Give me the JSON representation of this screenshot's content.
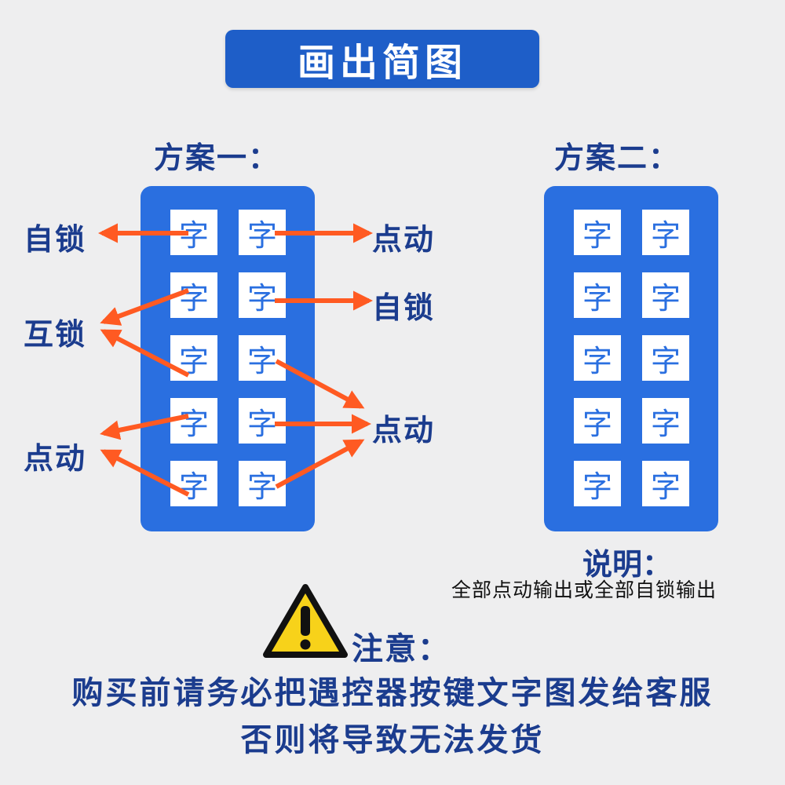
{
  "title": "画出简图",
  "scheme1": {
    "title": "方案一：",
    "key_label": "字",
    "left_labels": [
      "自锁",
      "互锁",
      "点动"
    ],
    "right_labels": [
      "点动",
      "自锁",
      "点动"
    ]
  },
  "scheme2": {
    "title": "方案二：",
    "key_label": "字"
  },
  "note": {
    "title": "说明：",
    "text": "全部点动输出或全部自锁输出"
  },
  "warning": {
    "icon": "warning-icon",
    "title": "注意：",
    "line1": "购买前请务必把遇控器按键文字图发给客服",
    "line2": "否则将导致无法发货"
  },
  "colors": {
    "panel": "#2a6fe0",
    "banner": "#1e5ec8",
    "arrow": "#ff5a22",
    "text": "#1b3c8e"
  }
}
